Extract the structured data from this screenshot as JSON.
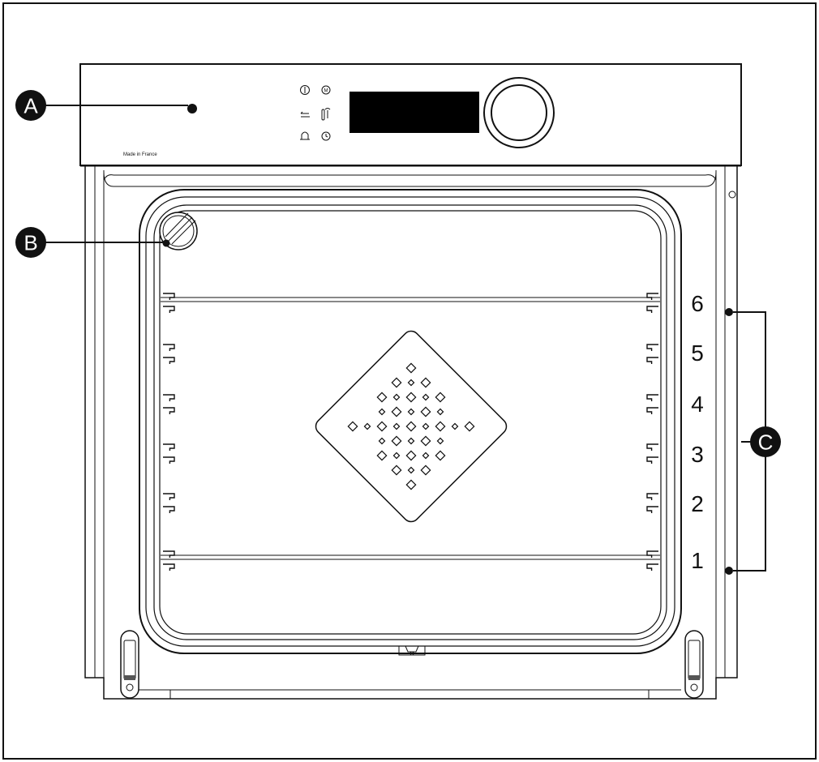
{
  "diagram": {
    "callouts": {
      "a": "A",
      "b": "B",
      "c": "C"
    },
    "control_panel": {
      "made_in": "Made in France",
      "icons": [
        "power-icon",
        "menu-m-icon",
        "back-arrow-icon",
        "temperature-probe-icon",
        "bell-timer-icon",
        "clock-icon"
      ]
    },
    "shelf_levels": [
      "6",
      "5",
      "4",
      "3",
      "2",
      "1"
    ],
    "colors": {
      "line": "#111111",
      "callout_fill": "#111111",
      "display": "#000000",
      "background": "#ffffff"
    }
  }
}
